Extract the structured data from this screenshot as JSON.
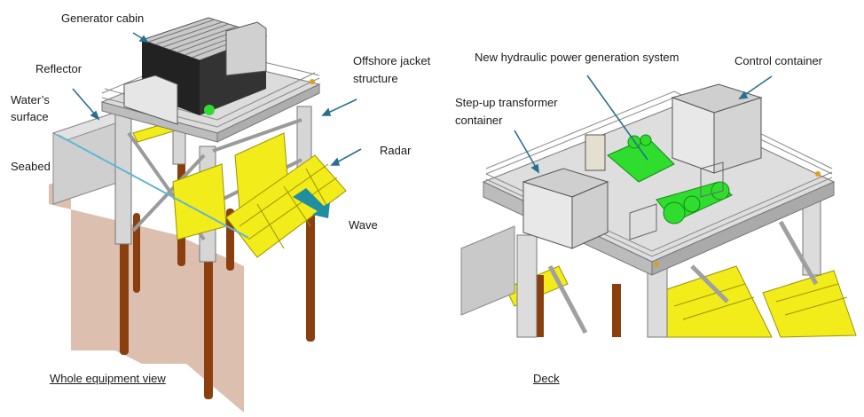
{
  "figure": {
    "left_panel": {
      "caption": "Whole equipment view",
      "labels": {
        "generator_cabin": "Generator cabin",
        "reflector": "Reflector",
        "water_surface_line1": "Water’s",
        "water_surface_line2": "surface",
        "seabed": "Seabed",
        "offshore_jacket_line1": "Offshore jacket",
        "offshore_jacket_line2": "structure",
        "radar": "Radar",
        "wave": "Wave"
      }
    },
    "right_panel": {
      "caption": "Deck",
      "labels": {
        "hydraulic_system": "New hydraulic power generation system",
        "control_container": "Control container",
        "transformer_line1": "Step-up transformer",
        "transformer_line2": "container"
      }
    }
  },
  "colors": {
    "arrow": "#2b6f8f",
    "structure_gray": "#c8c8c8",
    "deck_gray": "#d9d9d9",
    "pile_brown": "#8b3f0f",
    "seabed_tan": "#d9b8a6",
    "reflector_yellow": "#f2ec1a",
    "hydraulic_green": "#2fdd2f",
    "water_line": "#5fb6d6",
    "cabin_dark": "#222222"
  }
}
